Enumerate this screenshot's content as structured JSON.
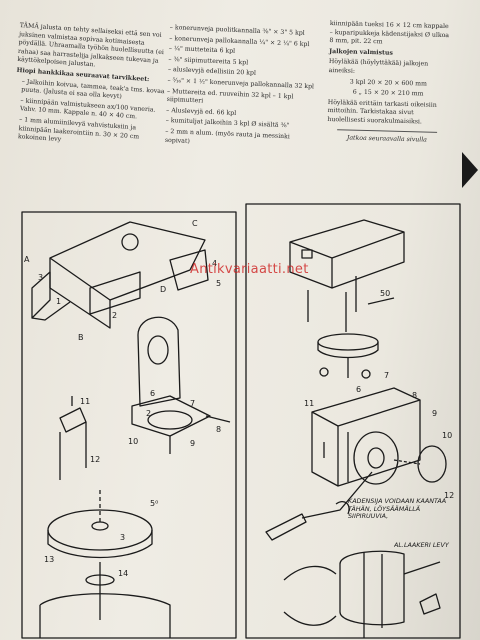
{
  "col1": {
    "intro": "TÄMÄ jalusta on tehty sellaiseksi että sen voi juksinen valmistaa sopivaa kotimaisesta pöydällä. Uhraamalla työhön huolellisuutta (ei rahaa) saa harrastelija jalkakseen tukevan ja käyttökelpoisen jalustan.",
    "heading": "Hiopi hankkikaa seuraavat tarvikkeet:",
    "items": [
      "– Jalkoihin koivua, tammea, teak'a tms. kovaa puuta. (Jalusta ei saa olla kevyt)",
      "– kiinnipään valmistukseen ax/100 vaneria. Vahv. 10 mm. Kappale n. 40 × 40 cm.",
      "– 1 mm alumiinilevyä vahvistuksiin ja kiinnipään laakerointiin n. 30 × 20 cm kokoinen levy"
    ]
  },
  "col2": {
    "items": [
      "– konerunveja puolitkannalla ⅜\" × 3\" 5 kpl",
      "– konerunveja pallokannalla ¼\" × 2 ¼\" 6 kpl",
      "– ¼\" mutteteita 6 kpl",
      "– ⅜\" siipimuttereita 5 kpl",
      "– aluslevyjä edellisiin 20 kpl",
      "– ⁵⁄₁₆\" × 1 ½\" konerunveja pallokannalla 32 kpl",
      "– Muttereita ed. ruuveihin 32 kpl – 1 kpl siipimutteri",
      "– Aluslevyjä ed. 66 kpl",
      "– kumituljat jalkoihin 3 kpl Ø sisältä ⅜\"",
      "– 2 mm n alum. (myös rauta ja messinki sopivat)"
    ]
  },
  "col3": {
    "top": "kiinnipään tueksi 16 × 12 cm kappale – kuparipukkeja kädenstijaksi Ø ulkoa 8 mm, pit. 22 cm",
    "heading": "Jalkojen valmistus",
    "body": "Höyläkää (höylyttäkää) jalkojen aineiksi:",
    "m1": "3 kpl 20 × 20 × 600 mm",
    "m2": "6 „ 15 × 20 × 210 mm",
    "body2": "Höyläkää erittäin tarkasti oikeisiin mittoihin. Tarkistakaa sivut huolellisesti suorakulmaisiksi.",
    "footer": "Jatkoa seuraavalla sivulla"
  },
  "diagram_a": {
    "labels": [
      "1",
      "2",
      "3",
      "4",
      "5",
      "6",
      "7",
      "8",
      "9",
      "10",
      "11",
      "12",
      "13",
      "14",
      "A",
      "B",
      "C",
      "D",
      "5⁰",
      "2",
      "3"
    ]
  },
  "diagram_b": {
    "labels": [
      "50",
      "7",
      "8",
      "9",
      "10",
      "11",
      "12",
      "6"
    ],
    "note1": "KÄDENSIJA VOIDAAN KÄÄNTÄÄ TÄHÄN, LÖYSÄÄMÄLLÄ SIIPIRUUVIA,",
    "note2": "AL.LAAKERI LEVY"
  },
  "watermark": "Antikvariaatti.net"
}
